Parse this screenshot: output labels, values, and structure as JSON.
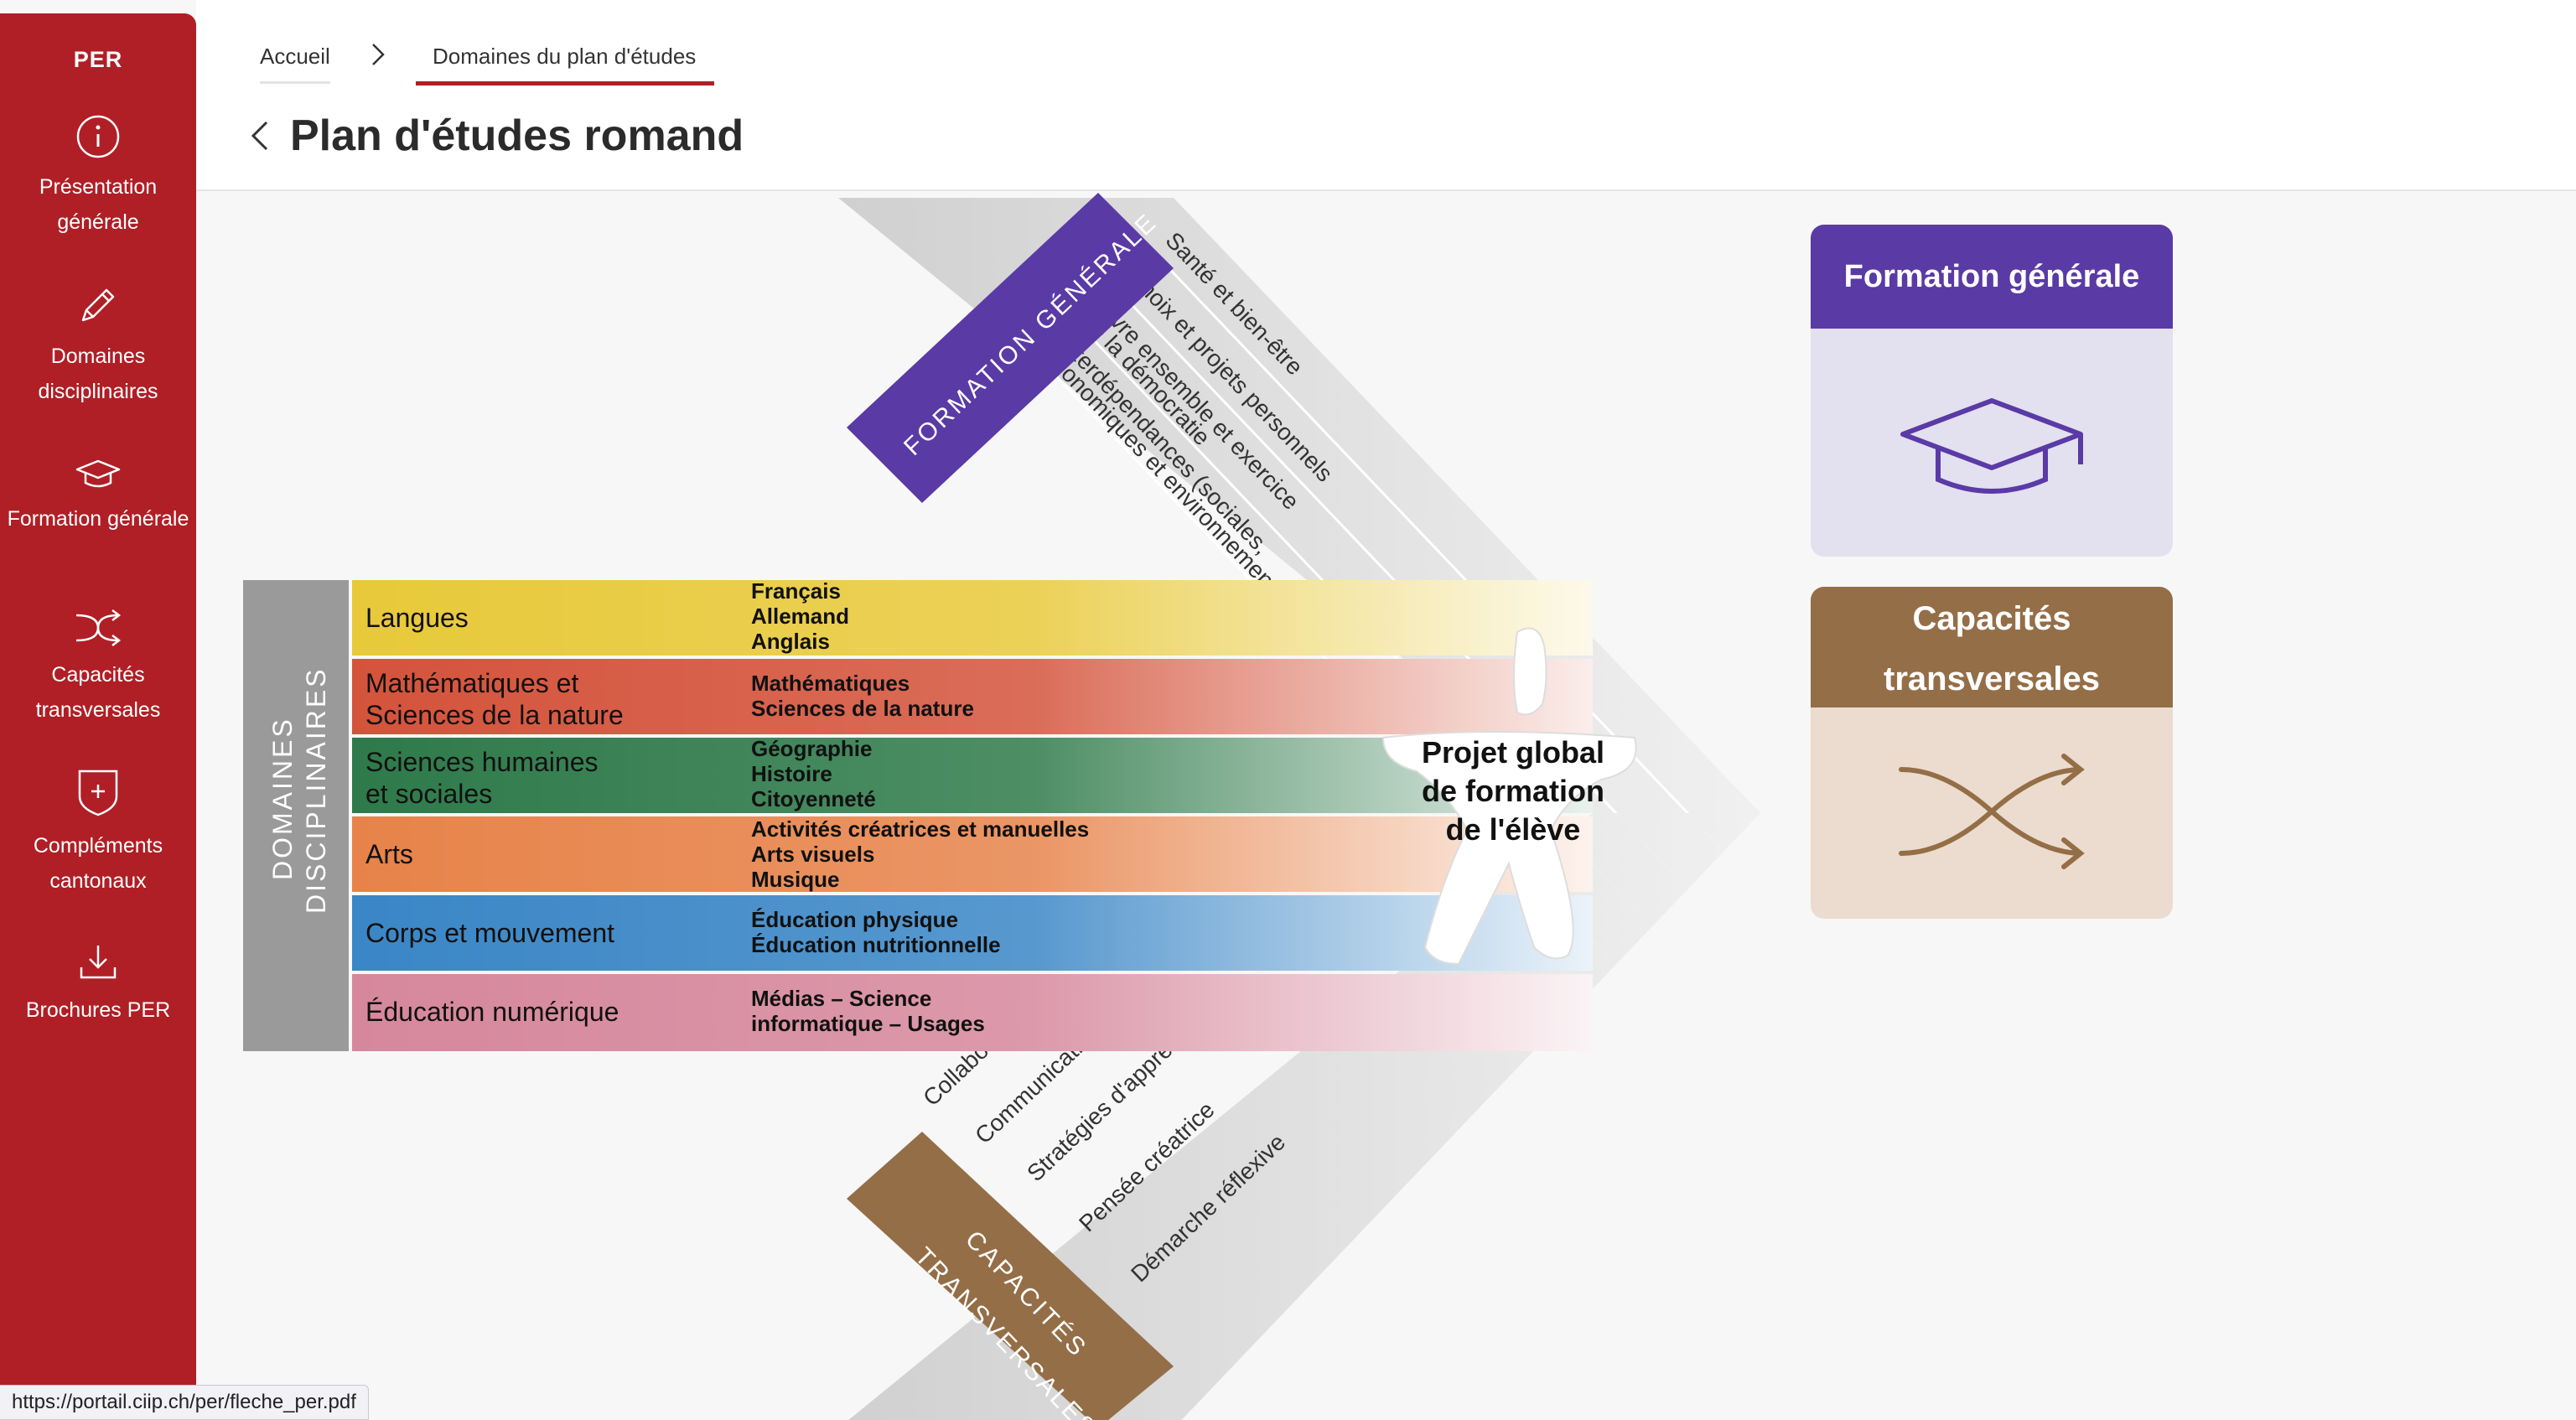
{
  "sidebar": {
    "brand": "PER",
    "items": [
      {
        "line1": "Présentation",
        "line2": "générale",
        "icon": "info-icon"
      },
      {
        "line1": "Domaines",
        "line2": "disciplinaires",
        "icon": "pencil-icon"
      },
      {
        "line1": "Formation générale",
        "line2": "",
        "icon": "graduation-cap-icon"
      },
      {
        "line1": "Capacités",
        "line2": "transversales",
        "icon": "shuffle-icon"
      },
      {
        "line1": "Compléments",
        "line2": "cantonaux",
        "icon": "shield-plus-icon"
      },
      {
        "line1": "Brochures PER",
        "line2": "",
        "icon": "download-icon"
      }
    ]
  },
  "breadcrumb": {
    "home": "Accueil",
    "current": "Domaines du plan d'études"
  },
  "page": {
    "title": "Plan d'études romand"
  },
  "diagram": {
    "formation_generale": {
      "title": "FORMATION GÉNÉRALE",
      "items": [
        "Santé et bien-être",
        "Choix et projets personnels",
        "Vivre ensemble et exercice",
        "de la démocratie",
        "Interdépendances (sociales,",
        "économiques et environnementales)"
      ]
    },
    "capacites": {
      "title_line1": "CAPACITÉS",
      "title_line2": "TRANSVERSALES",
      "items": [
        "Collaboration",
        "Communication",
        "Stratégies d'apprentissage",
        "Pensée créatrice",
        "Démarche réflexive"
      ]
    },
    "domaines": {
      "label_line1": "DOMAINES",
      "label_line2": "DISCIPLINAIRES",
      "rows": [
        {
          "name1": "Langues",
          "name2": "",
          "sub": [
            "Français",
            "Allemand",
            "Anglais"
          ],
          "color": "#e8c93a"
        },
        {
          "name1": "Mathématiques et",
          "name2": "Sciences de la nature",
          "sub": [
            "Mathématiques",
            "Sciences de la nature"
          ],
          "color": "#d4533b"
        },
        {
          "name1": "Sciences humaines",
          "name2": "et sociales",
          "sub": [
            "Géographie",
            "Histoire",
            "Citoyenneté"
          ],
          "color": "#2e7a4a"
        },
        {
          "name1": "Arts",
          "name2": "",
          "sub": [
            "Activités créatrices et manuelles",
            "Arts visuels",
            "Musique"
          ],
          "color": "#e7834a"
        },
        {
          "name1": "Corps et mouvement",
          "name2": "",
          "sub": [
            "Éducation physique",
            "Éducation nutritionnelle"
          ],
          "color": "#3a86c6"
        },
        {
          "name1": "Éducation numérique",
          "name2": "",
          "sub": [
            "Médias – Science",
            "informatique – Usages"
          ],
          "color": "#d6879c"
        }
      ]
    },
    "center": {
      "line1": "Projet global",
      "line2": "de formation",
      "line3": "de l'élève"
    }
  },
  "cards": {
    "formation": {
      "title": "Formation générale",
      "color": "#5a3aa5",
      "icon": "graduation-cap-icon"
    },
    "capacites": {
      "title_line1": "Capacités",
      "title_line2": "transversales",
      "color": "#946e47",
      "icon": "shuffle-arrows-icon"
    }
  },
  "status_url": "https://portail.ciip.ch/per/fleche_per.pdf"
}
